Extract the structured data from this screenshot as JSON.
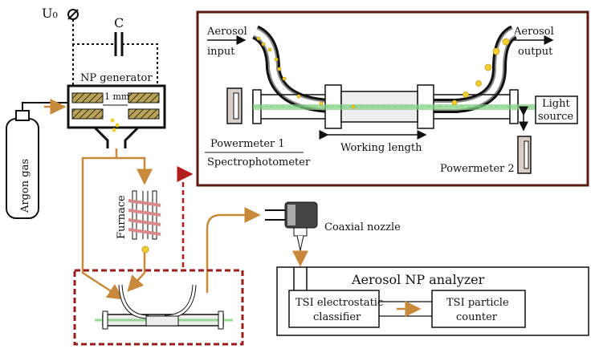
{
  "labels": {
    "voltage": "U₀",
    "capacitor": "C",
    "np_generator": "NP generator",
    "gap": "1 mm",
    "argon": "Argon gas",
    "furnace": "Furnace",
    "coaxial_nozzle": "Coaxial nozzle",
    "aerosol_input_1": "Aerosol",
    "aerosol_input_2": "input",
    "aerosol_output_1": "Aerosol",
    "aerosol_output_2": "output",
    "light_source_1": "Light",
    "light_source_2": "source",
    "powermeter1": "Powermeter 1",
    "spectrophotometer": "Spectrophotometer",
    "working_length": "Working length",
    "powermeter2": "Powermeter 2",
    "analyzer": "Aerosol NP analyzer",
    "classifier_1": "TSI electrostatic",
    "classifier_2": "classifier",
    "counter_1": "TSI particle",
    "counter_2": "counter"
  },
  "colors": {
    "gas_line": "#c8893a",
    "particle": "#f0d030",
    "beam": "#7fd07f",
    "detail_frame": "#5a1a12",
    "highlight_dash": "#9b1b1b",
    "coil": "#d98a8a",
    "electrode": "#9a8a3a"
  }
}
